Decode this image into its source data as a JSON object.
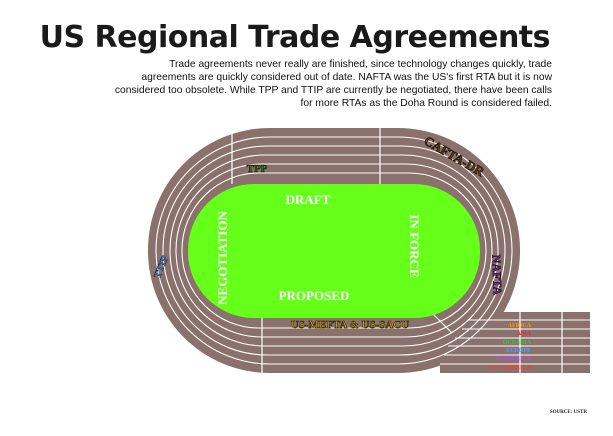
{
  "header": {
    "title": "US Regional Trade Agreements",
    "description": "Trade agreements never really  are finished,  since technology changes quickly, trade agreements are quickly considered out of date. NAFTA was the US's first RTA but it is now considered too obsolete. While TPP and TTIP are currently be negotiated, there have been calls for more RTAs as the Doha Round is considered failed."
  },
  "infield": {
    "draft": "DRAFT",
    "proposed": "PROPOSED",
    "negotiation": "NEGOTIATION",
    "in_force": "IN FORCE",
    "color": "#66ff1a"
  },
  "lane_labels": {
    "tpp": "TPP",
    "ttip": "TTIP",
    "cafta_dr": "CAFTA-DR",
    "nafta": "NAFTA",
    "us_nefta": "US-MEFTA & US-SACU"
  },
  "legend": [
    {
      "label": "AFRICA",
      "color": "#ff9a00"
    },
    {
      "label": "ASIA",
      "color": "#ff2020"
    },
    {
      "label": "OCEANIA",
      "color": "#2ecc40"
    },
    {
      "label": "EUROPE",
      "color": "#4aa3ff"
    },
    {
      "label": "N.AMERICA",
      "color": "#b44cff"
    },
    {
      "label": "C/S AMERICA",
      "color": "#ff3b2f"
    }
  ],
  "source": "SOURCE: USTR",
  "colors": {
    "track": "#8a716b",
    "lane_line": "#ffffff"
  }
}
